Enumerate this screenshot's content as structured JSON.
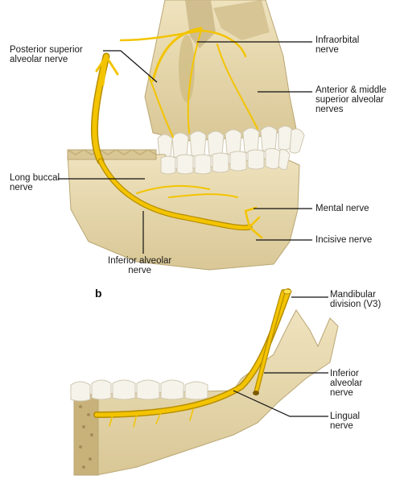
{
  "figure": {
    "panel_b_letter": "b"
  },
  "labels": {
    "posterior_superior_alveolar_nerve": [
      "Posterior superior",
      "alveolar nerve"
    ],
    "infraorbital_nerve": [
      "Infraorbital",
      "nerve"
    ],
    "anterior_middle_superior_alveolar_nerves": [
      "Anterior & middle",
      "superior alveolar",
      "nerves"
    ],
    "long_buccal_nerve": [
      "Long buccal",
      "nerve"
    ],
    "mental_nerve": [
      "Mental nerve"
    ],
    "incisive_nerve": [
      "Incisive nerve"
    ],
    "inferior_alveolar_nerve_a": [
      "Inferior alveolar",
      "nerve"
    ],
    "mandibular_division": [
      "Mandibular",
      "division (V3)"
    ],
    "inferior_alveolar_nerve_b": [
      "Inferior",
      "alveolar",
      "nerve"
    ],
    "lingual_nerve": [
      "Lingual",
      "nerve"
    ]
  },
  "colors": {
    "bone": "#e9dcb4",
    "bone_shadow": "#cdbb8a",
    "nerve": "#f3c400",
    "nerve_outline": "#b68d00",
    "tooth": "#f6f3ea",
    "leader": "#111111"
  }
}
